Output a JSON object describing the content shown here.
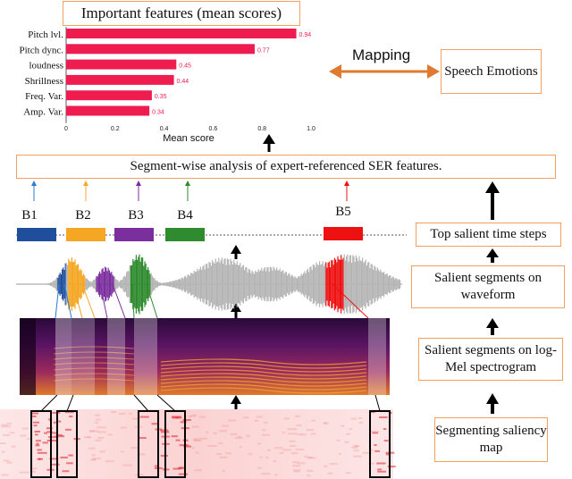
{
  "chart_data": {
    "type": "bar",
    "title": "Important features (mean scores)",
    "xlabel": "Mean score",
    "ylabel": "",
    "categories": [
      "Pitch lvl.",
      "Pitch dync.",
      "loudness",
      "Shrillness",
      "Freq. Var.",
      "Amp. Var."
    ],
    "values": [
      0.94,
      0.77,
      0.45,
      0.44,
      0.35,
      0.34
    ],
    "value_labels": [
      "0.94",
      "0.77",
      "0.45",
      "0.44",
      "0.35",
      "0.34"
    ],
    "xticks": [
      "0",
      "0.2",
      "0.4",
      "0.6",
      "0.8",
      "1.0"
    ],
    "xlim": [
      0,
      1.0
    ],
    "color": "#ee1c4f"
  },
  "diagram": {
    "mapping_label": "Mapping",
    "speech_emotions": "Speech Emotions",
    "segment_analysis": "Segment-wise analysis of expert-referenced SER features.",
    "pipeline": [
      "Top salient time steps",
      "Salient segments on waveform",
      "Salient segments on log-Mel spectrogram",
      "Segmenting saliency map"
    ],
    "segments": [
      {
        "label": "B1",
        "color": "#1f4e9c"
      },
      {
        "label": "B2",
        "color": "#f5a623"
      },
      {
        "label": "B3",
        "color": "#7b2f9e"
      },
      {
        "label": "B4",
        "color": "#2e8b2e"
      },
      {
        "label": "B5",
        "color": "#ee1111"
      }
    ],
    "arrow_color": "#e07a30",
    "box_border": "#f0a060"
  }
}
